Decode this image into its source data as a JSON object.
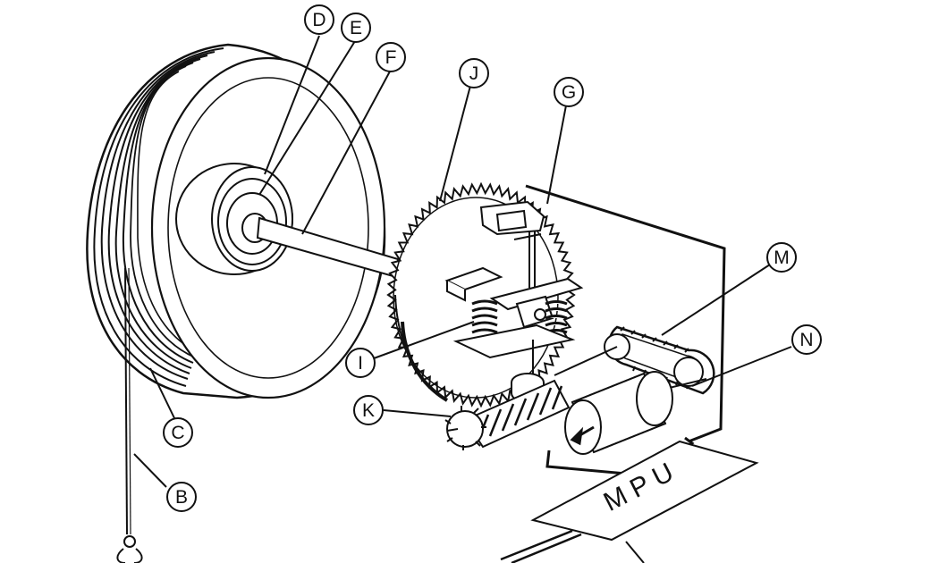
{
  "callouts": {
    "B": "B",
    "C": "C",
    "D": "D",
    "E": "E",
    "F": "F",
    "G": "G",
    "I": "I",
    "J": "J",
    "K": "K",
    "M": "M",
    "N": "N"
  },
  "mpu_label": "MPU"
}
